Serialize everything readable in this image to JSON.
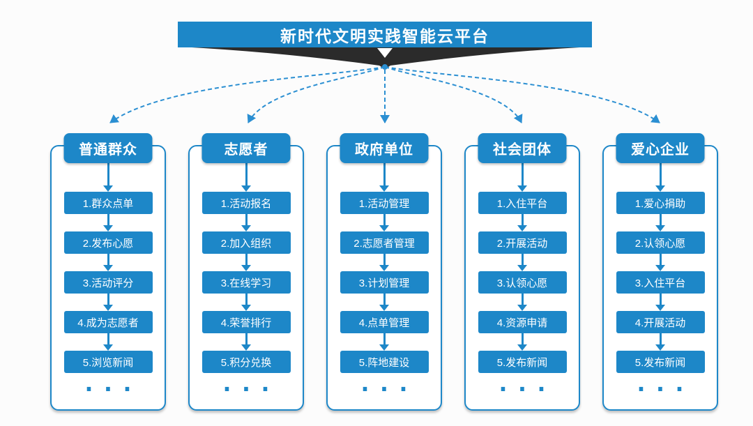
{
  "title": "新时代文明实践智能云平台",
  "colors": {
    "primary": "#1d87c8",
    "line": "#2b8fd2",
    "dark": "#2b2b2b",
    "background": "#fcfcfc"
  },
  "columns": [
    {
      "header": "普通群众",
      "steps": [
        "1.群众点单",
        "2.发布心愿",
        "3.活动评分",
        "4.成为志愿者",
        "5.浏览新闻"
      ],
      "more": "..."
    },
    {
      "header": "志愿者",
      "steps": [
        "1.活动报名",
        "2.加入组织",
        "3.在线学习",
        "4.荣誉排行",
        "5.积分兑换"
      ],
      "more": "..."
    },
    {
      "header": "政府单位",
      "steps": [
        "1.活动管理",
        "2.志愿者管理",
        "3.计划管理",
        "4.点单管理",
        "5.阵地建设"
      ],
      "more": "..."
    },
    {
      "header": "社会团体",
      "steps": [
        "1.入住平台",
        "2.开展活动",
        "3.认领心愿",
        "4.资源申请",
        "5.发布新闻"
      ],
      "more": "..."
    },
    {
      "header": "爱心企业",
      "steps": [
        "1.爱心捐助",
        "2.认领心愿",
        "3.入住平台",
        "4.开展活动",
        "5.发布新闻"
      ],
      "more": "..."
    }
  ]
}
